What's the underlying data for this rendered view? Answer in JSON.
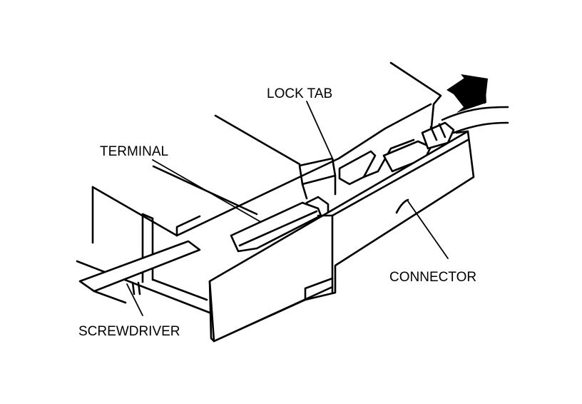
{
  "labels": {
    "lock_tab": "LOCK TAB",
    "terminal": "TERMINAL",
    "connector": "CONNECTOR",
    "screwdriver": "SCREWDRIVER"
  },
  "icons": {
    "direction_arrow": "arrow-up-right-icon"
  }
}
